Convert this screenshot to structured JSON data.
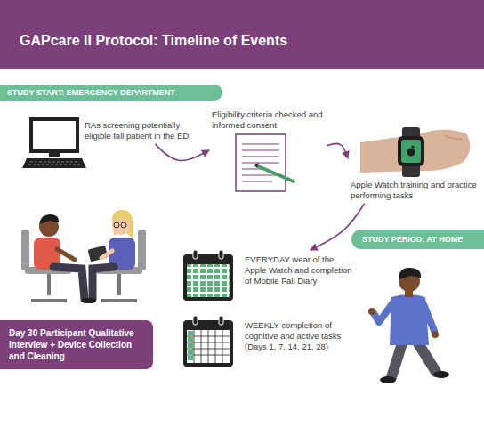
{
  "diagram": {
    "title": "GAPcare II Protocol: Timeline of Events",
    "nodes": [
      {
        "text": [
          "STUDY START: EMERGENCY DEPARTMENT"
        ]
      },
      {
        "text": [
          "RAs screening potentially eligible fall patient in the ED"
        ]
      },
      {
        "text": [
          "Eligibility criteria checked and informed consent"
        ]
      },
      {
        "text": [
          "Apple Watch training and practice performing tasks"
        ]
      },
      {
        "text": [
          "STUDY PERIOD: AT HOME"
        ]
      },
      {
        "text": [
          "EVERYDAY wear of the Apple Watch and completion of Mobile Fall Diary"
        ]
      },
      {
        "text": [
          "Day 30 Participant Qualitative Interview + Device Collection and Cleaning"
        ]
      },
      {
        "text": [
          "WEEKLY completion of cognitive and active tasks (Days 1, 7, 14, 21, 28)"
        ]
      }
    ],
    "edges": [
      {
        "from": 1,
        "to": 2,
        "arrow": "to"
      },
      {
        "from": 2,
        "to": 3,
        "arrow": "to"
      },
      {
        "from": 3,
        "to": 5,
        "arrow": "to"
      }
    ]
  }
}
